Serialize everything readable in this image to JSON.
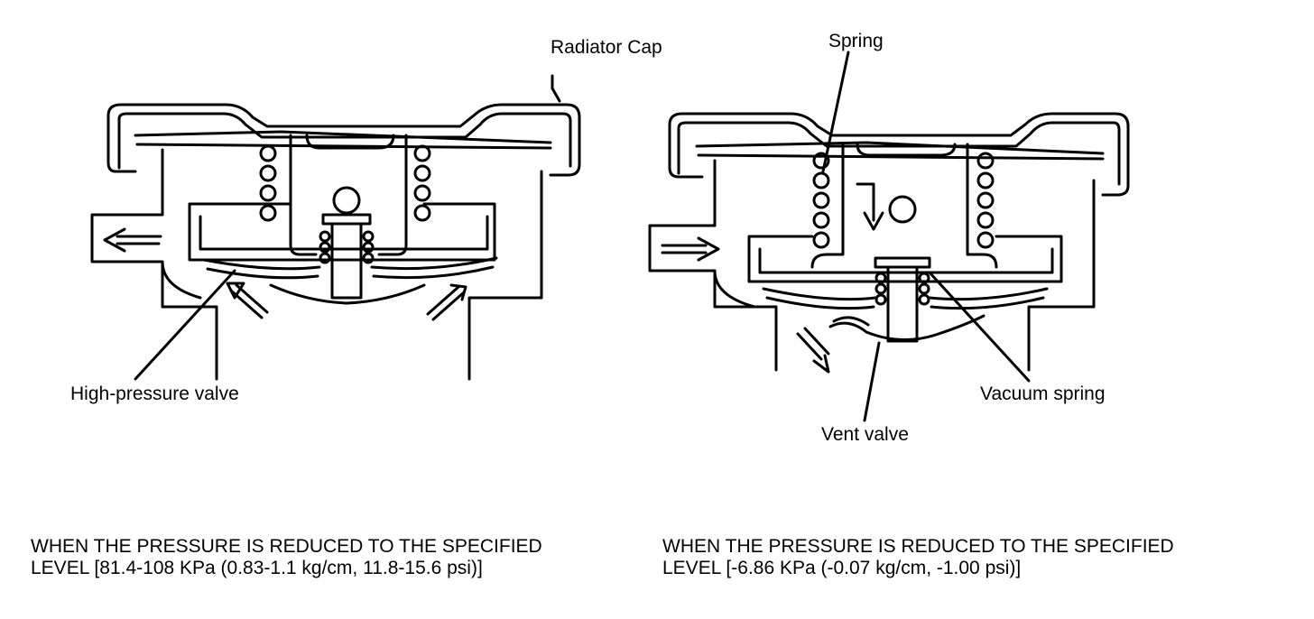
{
  "labels": {
    "radiator_cap": "Radiator Cap",
    "spring": "Spring",
    "high_pressure_valve": "High-pressure valve",
    "vacuum_spring": "Vacuum spring",
    "vent_valve": "Vent valve"
  },
  "captions": {
    "left": {
      "line1": "WHEN THE PRESSURE IS REDUCED TO THE SPECIFIED",
      "line2": "LEVEL [81.4-108 KPa (0.83-1.1 kg/cm, 11.8-15.6 psi)]"
    },
    "right": {
      "line1": "WHEN THE PRESSURE IS REDUCED TO THE SPECIFIED",
      "line2": "LEVEL [-6.86 KPa (-0.07 kg/cm, -1.00 psi)]"
    }
  }
}
